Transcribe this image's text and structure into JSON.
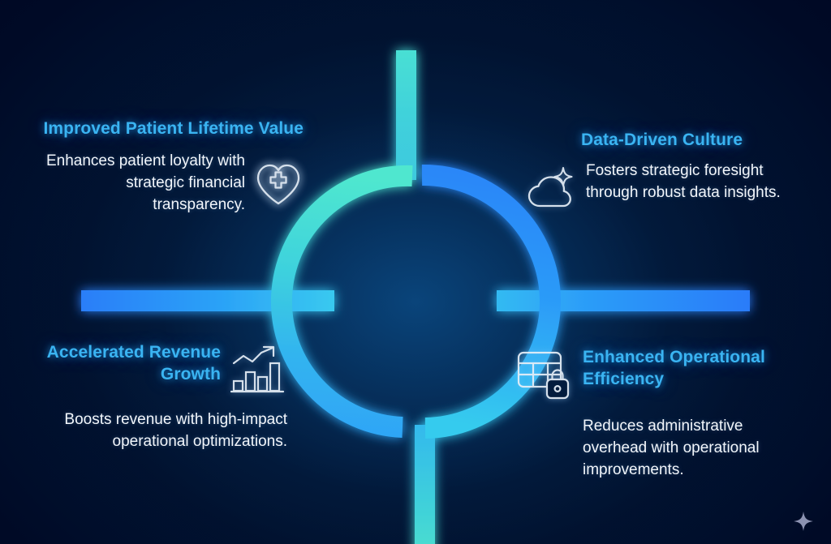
{
  "infographic": {
    "background_color": "#000420",
    "accent_color": "#3ab4f2",
    "body_color": "#f2f6fb",
    "ring": {
      "left_arc_gradient_start": "#4fe3d0",
      "left_arc_gradient_end": "#2aa6f5",
      "right_arc_gradient_start": "#2b8cf7",
      "right_arc_gradient_end": "#35c6f0",
      "top_stem_icon": "vertical-connector",
      "bottom_stem_icon": "vertical-connector"
    },
    "quadrants": [
      {
        "id": "improved-patient-lifetime-value",
        "title": "Improved Patient Lifetime Value",
        "body": "Enhances patient loyalty with strategic financial transparency.",
        "icon": "heart-medical-cross-icon",
        "position": "top-left"
      },
      {
        "id": "data-driven-culture",
        "title": "Data-Driven Culture",
        "body": "Fosters strategic foresight through robust data insights.",
        "icon": "cloud-sparkle-icon",
        "position": "top-right"
      },
      {
        "id": "accelerated-revenue-growth",
        "title": "Accelerated Revenue Growth",
        "body": "Boosts revenue with high-impact operational optimizations.",
        "icon": "bar-chart-growth-arrow-icon",
        "position": "bottom-left"
      },
      {
        "id": "enhanced-operational-efficiency",
        "title": "Enhanced Operational Efficiency",
        "body": "Reduces administrative overhead with operational improvements.",
        "icon": "table-lock-icon",
        "position": "bottom-right"
      }
    ],
    "decoration": {
      "corner_sparkle_icon": "sparkle-icon"
    }
  }
}
